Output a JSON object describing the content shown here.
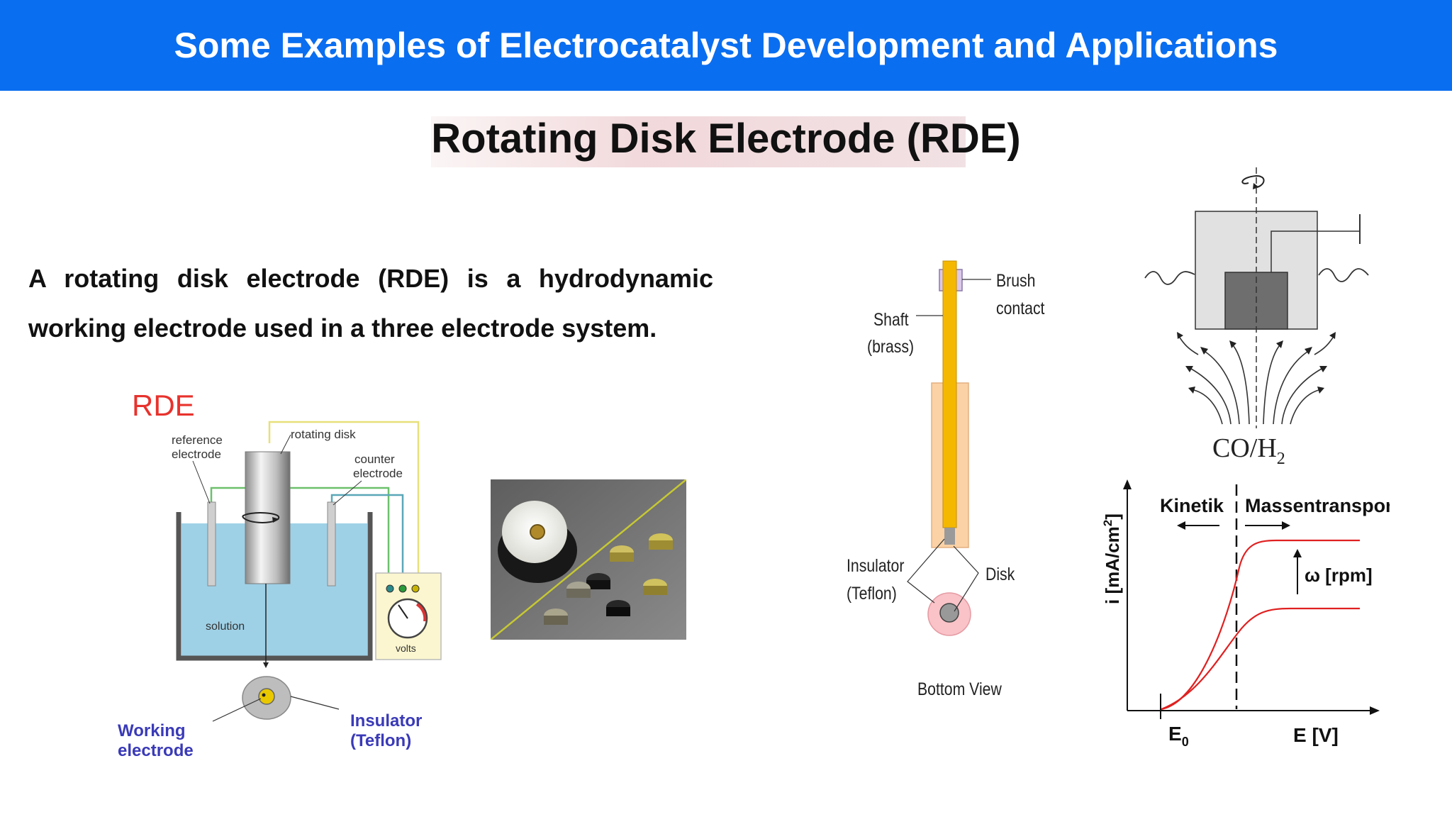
{
  "header": {
    "title": "Some Examples of Electrocatalyst Development and Applications"
  },
  "subtitle": "Rotating Disk Electrode (RDE)",
  "intro_text": "A rotating disk electrode (RDE) is a hydrodynamic working electrode used in a three electrode system.",
  "rde_diagram": {
    "title": "RDE",
    "reference_electrode": [
      "reference",
      "electrode"
    ],
    "rotating_disk": "rotating disk",
    "counter_electrode": [
      "counter",
      "electrode"
    ],
    "solution": "solution",
    "volts": "volts",
    "working_electrode": [
      "Working",
      "electrode"
    ],
    "insulator": [
      "Insulator",
      "(Teflon)"
    ]
  },
  "shaft_diagram": {
    "brush_contact": [
      "Brush",
      "contact"
    ],
    "shaft": [
      "Shaft",
      "(brass)"
    ],
    "insulator": [
      "Insulator",
      "(Teflon)"
    ],
    "disk": "Disk",
    "bottom_view": "Bottom View"
  },
  "flow_diagram": {
    "label_main": "CO/H",
    "label_sub": "2"
  },
  "iv_chart": {
    "y_axis_label": "i [mA/cm",
    "y_axis_label_sup": "2",
    "y_axis_label_end": "]",
    "kinetic_label": "Kinetik",
    "transport_label": "Massentransport",
    "omega_label": "ω [rpm]",
    "e0_label": "E",
    "e0_sub": "0",
    "x_axis_label": "E [V]"
  },
  "colors": {
    "header_bg": "#0a6ef0",
    "rde_label": "#e8322d",
    "electrode_labels": "#3a3ab8",
    "shaft": "#f5b800",
    "curve": "#e02020"
  }
}
